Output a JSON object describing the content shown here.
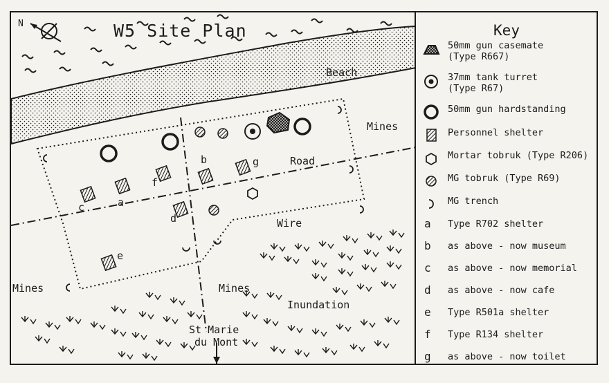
{
  "map": {
    "title": "W5 Site Plan",
    "compass": "N",
    "labels": {
      "beach": "Beach",
      "mines_right": "Mines",
      "road": "Road",
      "wire": "Wire",
      "mines_left": "Mines",
      "mines_center": "Mines",
      "inundation": "Inundation",
      "st_marie_line1": "St Marie",
      "st_marie_line2": "du Mont"
    },
    "letters": {
      "a": "a",
      "b": "b",
      "c": "c",
      "d": "d",
      "e": "e",
      "f": "f",
      "g": "g"
    }
  },
  "key": {
    "title": "Key",
    "items": [
      {
        "symbol": "casemate-icon",
        "text": "50mm gun casemate",
        "sub": "(Type R667)"
      },
      {
        "symbol": "tank-turret-icon",
        "text": "37mm tank turret",
        "sub": "(Type R67)"
      },
      {
        "symbol": "gun-hardstanding-icon",
        "text": "50mm gun hardstanding",
        "sub": ""
      },
      {
        "symbol": "personnel-shelter-icon",
        "text": "Personnel shelter",
        "sub": ""
      },
      {
        "symbol": "mortar-tobruk-icon",
        "text": "Mortar tobruk (Type R206)",
        "sub": ""
      },
      {
        "symbol": "mg-tobruk-icon",
        "text": "MG tobruk (Type R69)",
        "sub": ""
      },
      {
        "symbol": "mg-trench-icon",
        "text": "MG trench",
        "sub": ""
      },
      {
        "symbol": "a",
        "text": "Type R702 shelter",
        "sub": ""
      },
      {
        "symbol": "b",
        "text": "as above - now museum",
        "sub": ""
      },
      {
        "symbol": "c",
        "text": "as above - now memorial",
        "sub": ""
      },
      {
        "symbol": "d",
        "text": "as above - now cafe",
        "sub": ""
      },
      {
        "symbol": "e",
        "text": "Type R501a shelter",
        "sub": ""
      },
      {
        "symbol": "f",
        "text": "Type R134 shelter",
        "sub": ""
      },
      {
        "symbol": "g",
        "text": "as above - now toilet",
        "sub": ""
      }
    ]
  },
  "colors": {
    "ink": "#1c1c1c",
    "paper": "#f4f3ee"
  }
}
